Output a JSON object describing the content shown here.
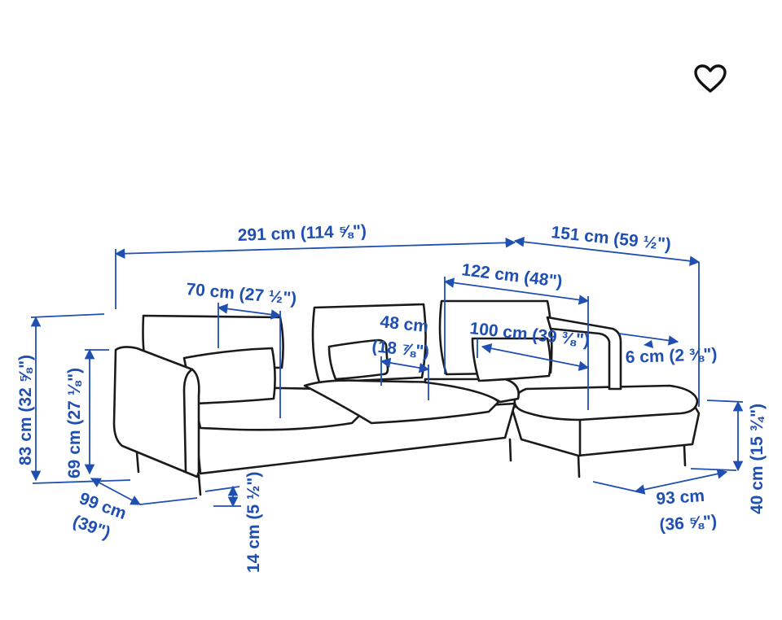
{
  "favorite": {
    "icon": "heart-outline-icon"
  },
  "colors": {
    "dimension": "#1f4fb0",
    "outline": "#1a1a1a"
  },
  "dimensions": {
    "total_width": "291 cm (114 ⅝\")",
    "chaise_width": "151 cm (59 ½\")",
    "seat_width": "122 cm (48\")",
    "cushion_width": "70 cm (27 ½\")",
    "seat_depth_line1": "48 cm",
    "seat_depth_line2": "(18 ⅞\")",
    "chaise_seat_depth": "100 cm (39 ⅜\")",
    "armrest_width": "6 cm (2 ⅜\")",
    "total_height": "83 cm (32 ⅝\")",
    "armrest_height": "69 cm (27 ⅛\")",
    "depth_line1": "99 cm",
    "depth_line2": "(39\")",
    "leg_height": "14 cm (5 ½\")",
    "chaise_depth_line1": "93 cm",
    "chaise_depth_line2": "(36 ⅝\")",
    "seat_height": "40 cm (15 ¾\")"
  }
}
